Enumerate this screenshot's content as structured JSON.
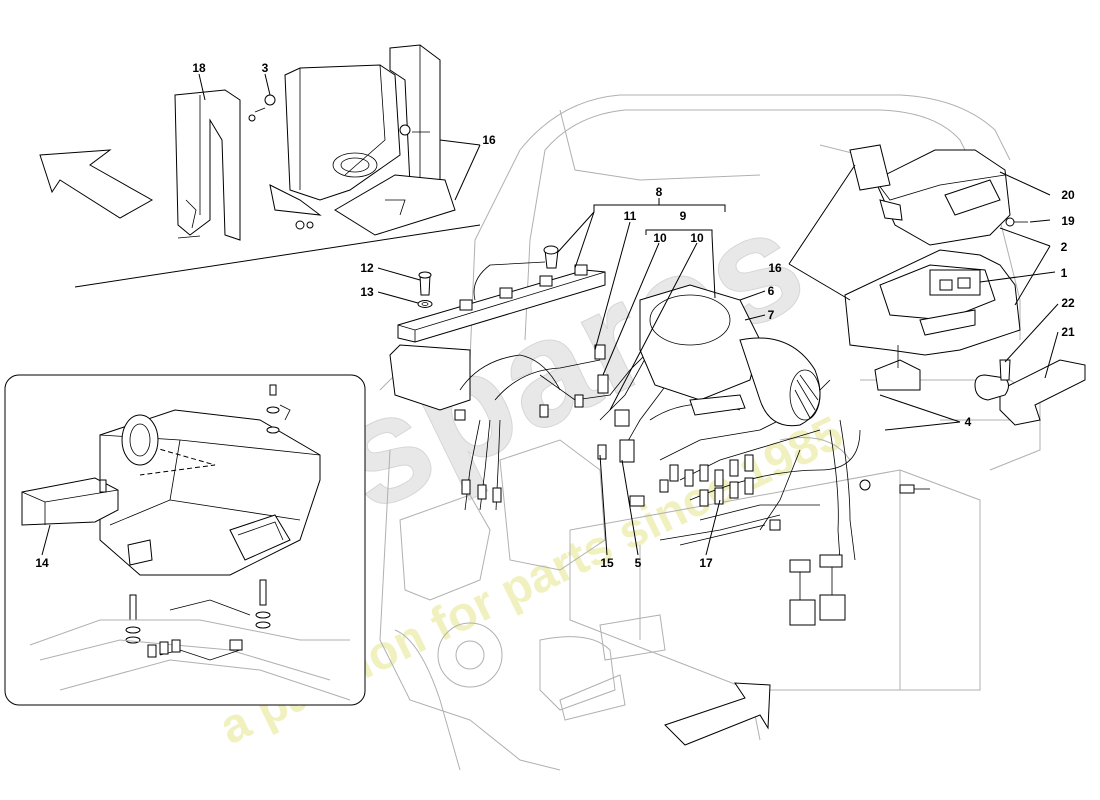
{
  "colors": {
    "line": "#000000",
    "ghost_line": "#b0b0b0",
    "watermark_brand": "#e4e4e4",
    "watermark_tagline": "#eef0b8",
    "background": "#ffffff"
  },
  "watermark": {
    "brand": "eurospares",
    "tagline": "a passion for parts since 1985"
  },
  "callouts": [
    {
      "id": "18",
      "label": "18"
    },
    {
      "id": "3a",
      "label": "3"
    },
    {
      "id": "16a",
      "label": "16"
    },
    {
      "id": "8",
      "label": "8"
    },
    {
      "id": "11",
      "label": "11"
    },
    {
      "id": "9",
      "label": "9"
    },
    {
      "id": "10a",
      "label": "10"
    },
    {
      "id": "10b",
      "label": "10"
    },
    {
      "id": "12",
      "label": "12"
    },
    {
      "id": "13",
      "label": "13"
    },
    {
      "id": "6",
      "label": "6"
    },
    {
      "id": "7",
      "label": "7"
    },
    {
      "id": "16b",
      "label": "16"
    },
    {
      "id": "20",
      "label": "20"
    },
    {
      "id": "19",
      "label": "19"
    },
    {
      "id": "2",
      "label": "2"
    },
    {
      "id": "1",
      "label": "1"
    },
    {
      "id": "22",
      "label": "22"
    },
    {
      "id": "21",
      "label": "21"
    },
    {
      "id": "4",
      "label": "4"
    },
    {
      "id": "14",
      "label": "14"
    },
    {
      "id": "15",
      "label": "15"
    },
    {
      "id": "5",
      "label": "5"
    },
    {
      "id": "17",
      "label": "17"
    }
  ]
}
